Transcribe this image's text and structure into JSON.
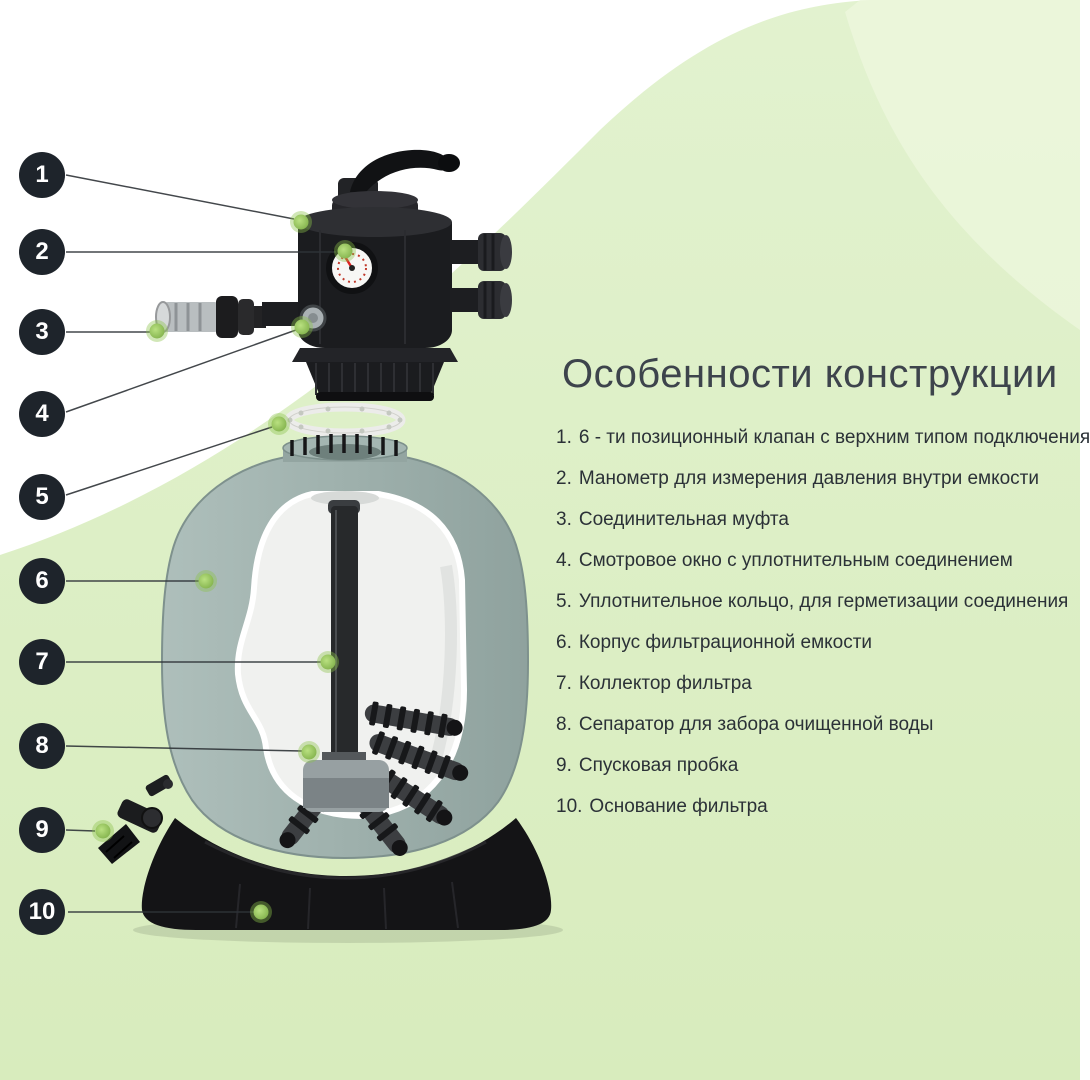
{
  "features": {
    "title": "Особенности конструкции",
    "items": [
      {
        "num": "1.",
        "text": "6 - ти позиционный клапан с верхним типом подключения"
      },
      {
        "num": "2.",
        "text": "Манометр для измерения давления внутри емкости"
      },
      {
        "num": "3.",
        "text": "Соединительная муфта"
      },
      {
        "num": "4.",
        "text": "Смотровое окно с уплотнительным соединением"
      },
      {
        "num": "5.",
        "text": "Уплотнительное кольцо, для герметизации соединения"
      },
      {
        "num": "6.",
        "text": "Корпус фильтрационной емкости"
      },
      {
        "num": "7.",
        "text": "Коллектор фильтра"
      },
      {
        "num": "8.",
        "text": "Сепаратор для забора очищенной воды"
      },
      {
        "num": "9.",
        "text": "Спусковая пробка"
      },
      {
        "num": "10.",
        "text": "Основание фильтра"
      }
    ]
  },
  "markers": [
    "1",
    "2",
    "3",
    "4",
    "5",
    "6",
    "7",
    "8",
    "9",
    "10"
  ],
  "colors": {
    "accent_green": "#8bc34a",
    "background_green": "#dcefc5",
    "marker_background": "#1e242b",
    "title_color": "#3d444c"
  }
}
